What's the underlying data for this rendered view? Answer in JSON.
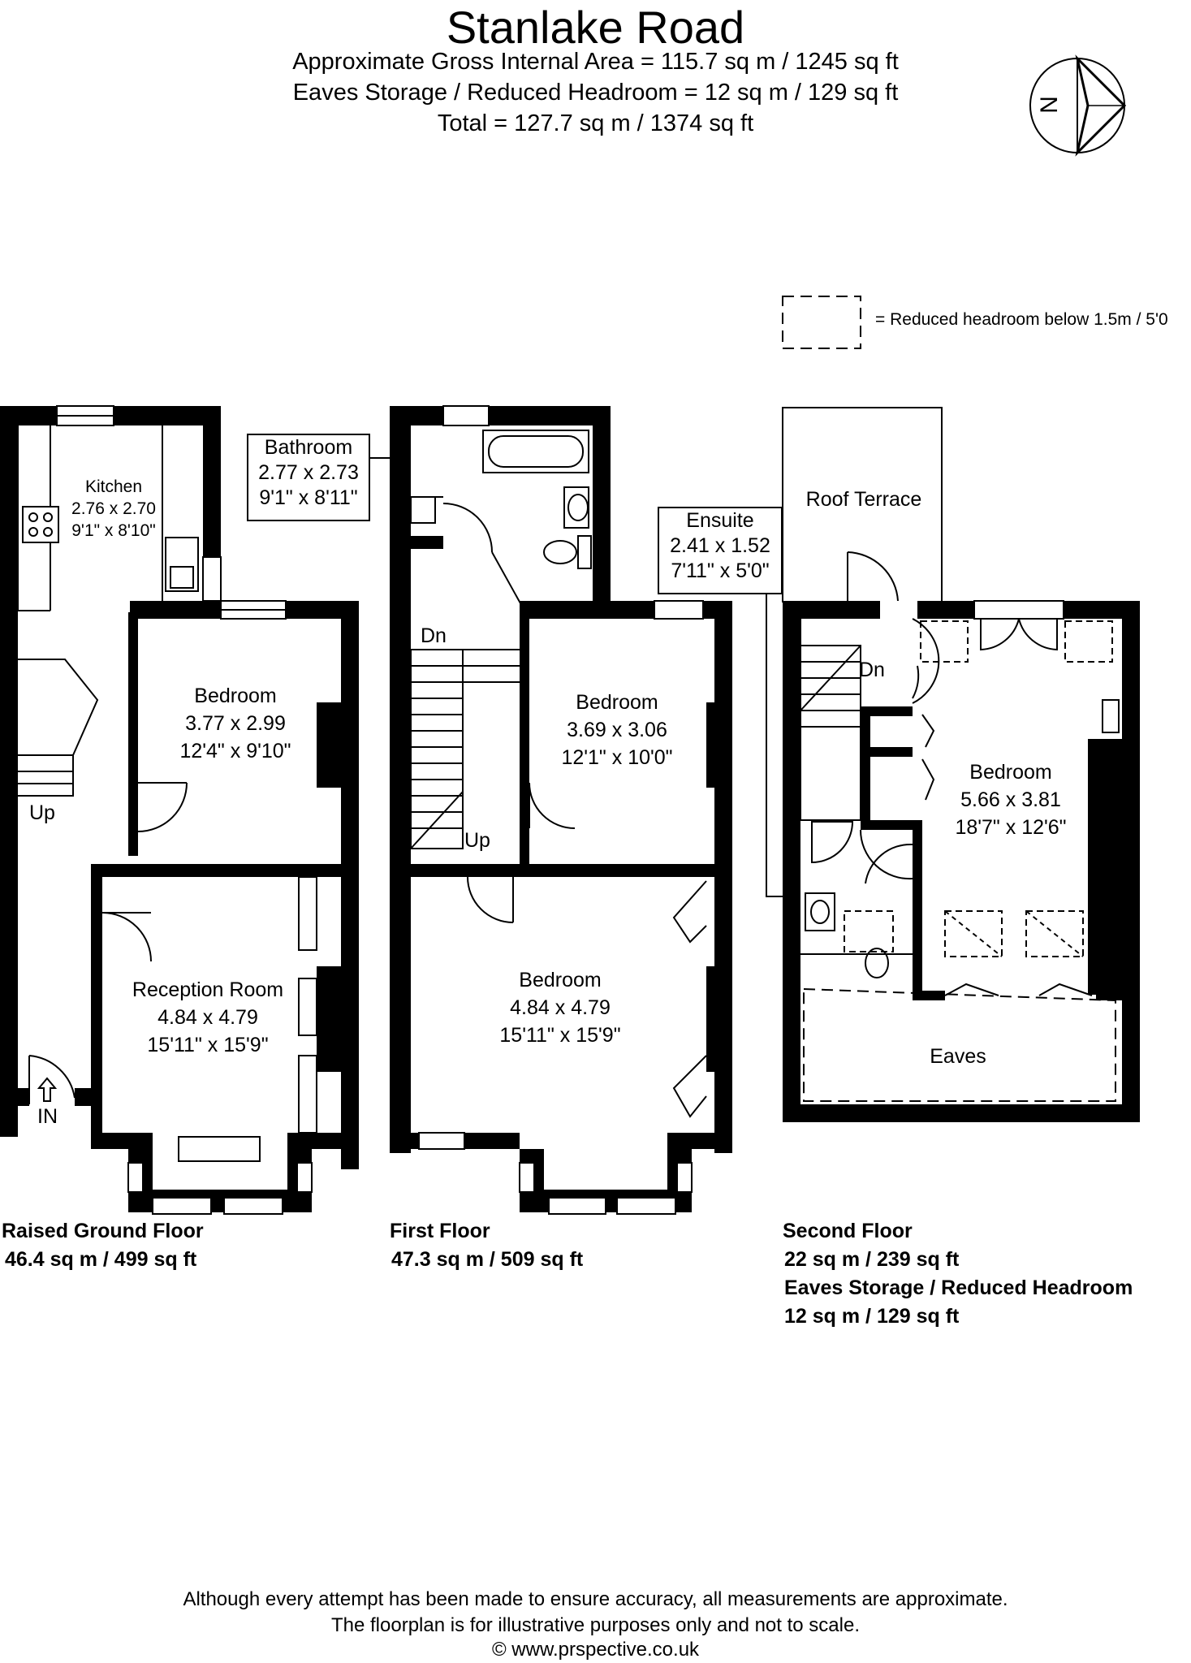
{
  "title": "Stanlake Road",
  "areas": {
    "gross": "Approximate Gross Internal Area = 115.7 sq m / 1245 sq ft",
    "eaves": "Eaves Storage / Reduced Headroom = 12 sq m / 129 sq ft",
    "total": "Total = 127.7 sq m / 1374 sq ft"
  },
  "compass": {
    "label": "N"
  },
  "legend": {
    "text": "= Reduced headroom below 1.5m / 5'0"
  },
  "floors": {
    "ground": {
      "name": "Raised Ground Floor",
      "area": "46.4 sq m / 499 sq ft",
      "kitchen": {
        "name": "Kitchen",
        "metric": "2.76 x 2.70",
        "imperial": "9'1\" x 8'10\""
      },
      "bedroom": {
        "name": "Bedroom",
        "metric": "3.77 x 2.99",
        "imperial": "12'4\" x 9'10\""
      },
      "reception": {
        "name": "Reception Room",
        "metric": "4.84 x 4.79",
        "imperial": "15'11\" x 15'9\""
      },
      "up": "Up",
      "entrance": "IN"
    },
    "first": {
      "name": "First Floor",
      "area": "47.3 sq m / 509 sq ft",
      "bathroom": {
        "name": "Bathroom",
        "metric": "2.77 x 2.73",
        "imperial": "9'1\" x 8'11\""
      },
      "bedroom_rear": {
        "name": "Bedroom",
        "metric": "3.69 x 3.06",
        "imperial": "12'1\" x 10'0\""
      },
      "bedroom_front": {
        "name": "Bedroom",
        "metric": "4.84 x 4.79",
        "imperial": "15'11\" x 15'9\""
      },
      "dn": "Dn",
      "up": "Up"
    },
    "second": {
      "name": "Second Floor",
      "area": "22 sq m / 239 sq ft",
      "eaves_label": "Eaves Storage / Reduced Headroom",
      "eaves_area": "12 sq m / 129 sq ft",
      "roof_terrace": "Roof Terrace",
      "ensuite": {
        "name": "Ensuite",
        "metric": "2.41 x 1.52",
        "imperial": "7'11\" x 5'0\""
      },
      "bedroom": {
        "name": "Bedroom",
        "metric": "5.66 x 3.81",
        "imperial": "18'7\" x 12'6\""
      },
      "eaves": "Eaves",
      "dn": "Dn"
    }
  },
  "disclaimer": {
    "line1": "Although every attempt has been made to ensure accuracy, all measurements are approximate.",
    "line2": "The floorplan is for illustrative purposes only and not to scale.",
    "line3": "© www.prspective.co.uk"
  }
}
